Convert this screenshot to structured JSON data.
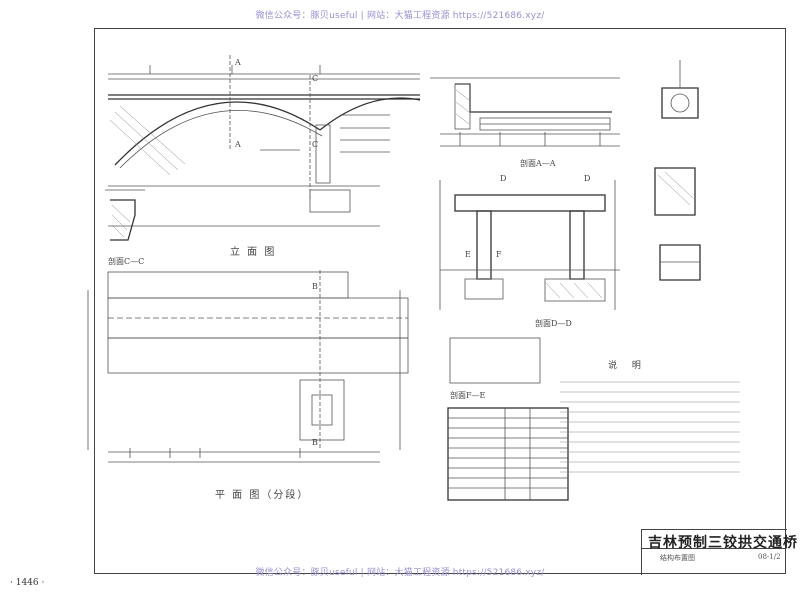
{
  "watermark": {
    "top": "微信公众号：豚贝useful | 网站：大猫工程资源 https://521686.xyz/",
    "bottom": "微信公众号：豚贝useful | 网站：大猫工程资源 https://521686.xyz/"
  },
  "titleblock": {
    "title": "吉林预制三铰拱交通桥",
    "subtitle": "结构布置图",
    "drawing_number": "08-1/2"
  },
  "page_number": "· 1446 ·",
  "section_labels": {
    "elevation": "立 面 图",
    "plan": "平 面 图（分段）",
    "section_aa": "剖面A—A",
    "section_cc": "剖面C—C",
    "section_fe": "剖面F—E",
    "section_dd": "剖面D—D"
  },
  "cut_marks": [
    "A",
    "A",
    "C",
    "C",
    "D",
    "D",
    "E",
    "F",
    "B",
    "B"
  ],
  "notes_title": "说 明"
}
